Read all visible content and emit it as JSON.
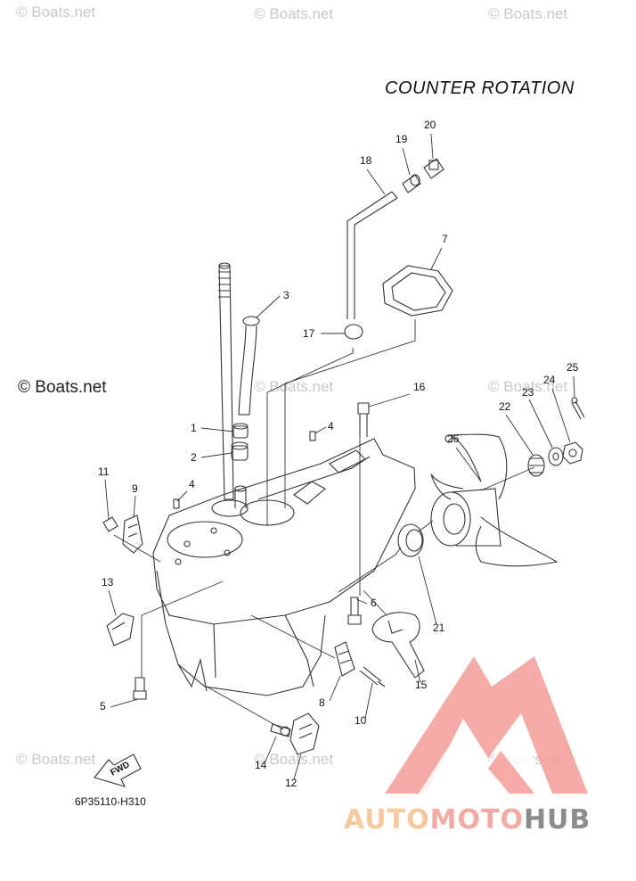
{
  "diagram": {
    "title": "COUNTER ROTATION",
    "drawing_code": "6P35110-H310",
    "fwd_label": "FWD",
    "parts": [
      {
        "number": "1"
      },
      {
        "number": "2"
      },
      {
        "number": "3"
      },
      {
        "number": "4"
      },
      {
        "number": "4"
      },
      {
        "number": "5"
      },
      {
        "number": "6"
      },
      {
        "number": "7"
      },
      {
        "number": "8"
      },
      {
        "number": "9"
      },
      {
        "number": "10"
      },
      {
        "number": "11"
      },
      {
        "number": "12"
      },
      {
        "number": "13"
      },
      {
        "number": "14"
      },
      {
        "number": "15"
      },
      {
        "number": "16"
      },
      {
        "number": "17"
      },
      {
        "number": "18"
      },
      {
        "number": "19"
      },
      {
        "number": "20"
      },
      {
        "number": "21"
      },
      {
        "number": "22"
      },
      {
        "number": "23"
      },
      {
        "number": "24"
      },
      {
        "number": "25"
      },
      {
        "number": "26"
      }
    ]
  },
  "watermark": {
    "text": "© Boats.net",
    "brand_part1": "AUTO",
    "brand_part2": "MOTO",
    "brand_part3": "HUB",
    "brand_color_red": "#f08880",
    "brand_color_orange": "#f6c89e"
  }
}
